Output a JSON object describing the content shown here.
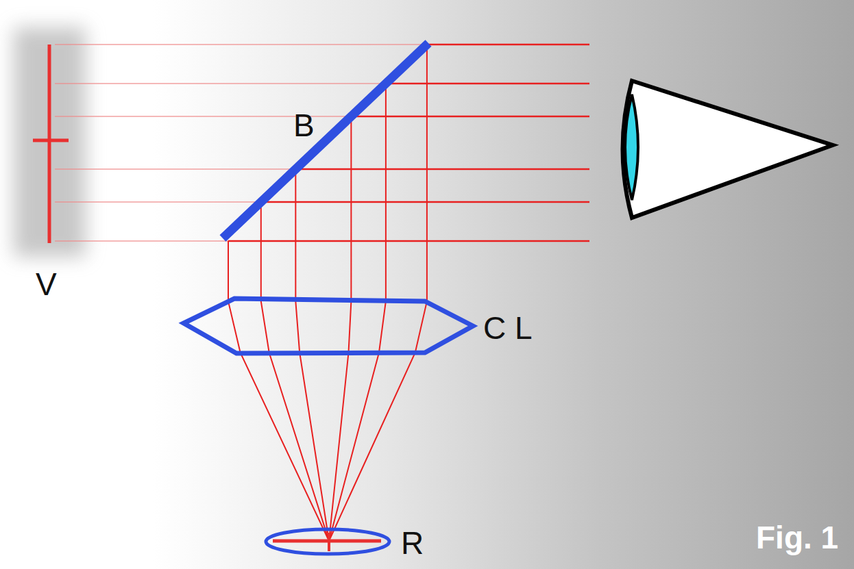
{
  "diagram": {
    "labels": [
      "V",
      "B",
      "C L",
      "R",
      "Fig. 1"
    ]
  }
}
